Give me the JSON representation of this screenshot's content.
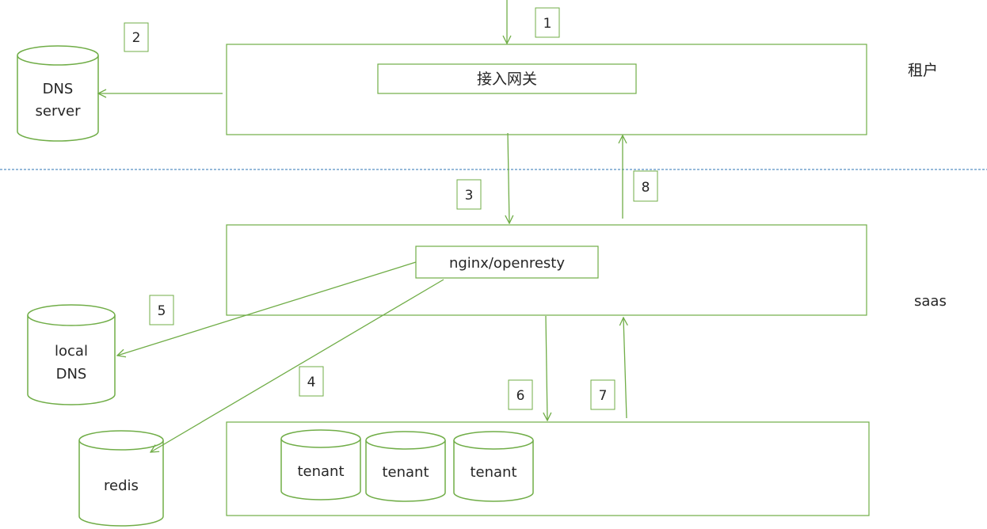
{
  "zones": {
    "tenant_label": "租户",
    "saas_label": "saas"
  },
  "gateway": {
    "label": "接入网关"
  },
  "proxy": {
    "label": "nginx/openresty"
  },
  "dns_server": {
    "line1": "DNS",
    "line2": "server"
  },
  "local_dns": {
    "line1": "local",
    "line2": "DNS"
  },
  "redis": {
    "label": "redis"
  },
  "tenants": [
    "tenant",
    "tenant",
    "tenant"
  ],
  "steps": [
    "1",
    "2",
    "3",
    "4",
    "5",
    "6",
    "7",
    "8"
  ],
  "colors": {
    "stroke": "#70AD47",
    "divider": "#2E75B6",
    "text": "#262626"
  }
}
